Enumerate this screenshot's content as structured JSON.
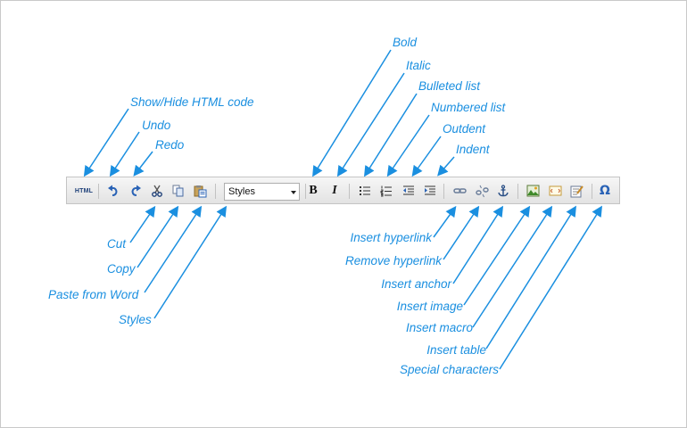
{
  "labels": {
    "show_hide_html": "Show/Hide HTML code",
    "undo": "Undo",
    "redo": "Redo",
    "bold": "Bold",
    "italic": "Italic",
    "bulleted_list": "Bulleted list",
    "numbered_list": "Numbered list",
    "outdent": "Outdent",
    "indent": "Indent",
    "cut": "Cut",
    "copy": "Copy",
    "paste_from_word": "Paste from Word",
    "styles": "Styles",
    "insert_hyperlink": "Insert hyperlink",
    "remove_hyperlink": "Remove hyperlink",
    "insert_anchor": "Insert anchor",
    "insert_image": "Insert image",
    "insert_macro": "Insert macro",
    "insert_table": "Insert table",
    "special_characters": "Special characters"
  },
  "toolbar": {
    "html_button_text": "HTML",
    "styles_select_value": "Styles",
    "bold_glyph": "B",
    "italic_glyph": "I",
    "special_char_glyph": "Ω"
  },
  "colors": {
    "annotation": "#1a8fe0",
    "toolbar_bg": "#ececec",
    "toolbar_border": "#c4c4c4",
    "icon_blue": "#2a63b6"
  },
  "icons": {
    "html": "html-code-icon",
    "undo": "undo-icon",
    "redo": "redo-icon",
    "cut": "scissors-icon",
    "copy": "copy-icon",
    "paste": "paste-word-icon",
    "bold": "bold-icon",
    "italic": "italic-icon",
    "bulleted": "bulleted-list-icon",
    "numbered": "numbered-list-icon",
    "outdent": "outdent-icon",
    "indent": "indent-icon",
    "link": "link-icon",
    "unlink": "unlink-icon",
    "anchor": "anchor-icon",
    "image": "image-icon",
    "macro": "macro-icon",
    "table": "table-icon",
    "special": "omega-icon"
  }
}
